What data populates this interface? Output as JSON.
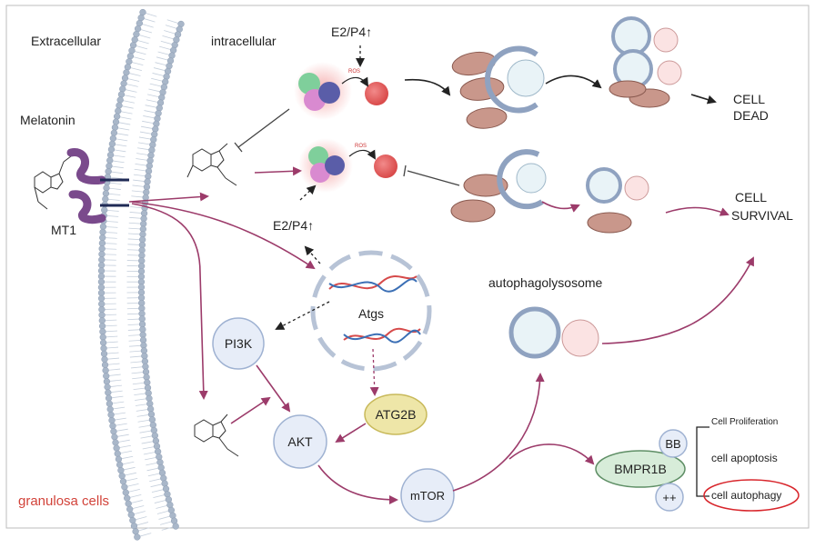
{
  "labels": {
    "extracellular": "Extracellular",
    "intracellular": "intracellular",
    "melatonin": "Melatonin",
    "mt1": "MT1",
    "e2p4_top": "E2/P4↑",
    "e2p4_mid": "E2/P4↑",
    "ros_top": "ROS",
    "ros_mid": "ROS",
    "cell_dead_1": "CELL",
    "cell_dead_2": "DEAD",
    "cell_survival_1": "CELL",
    "cell_survival_2": "SURVIVAL",
    "autophagolysosome": "autophagolysosome",
    "atgs": "Atgs",
    "pi3k": "PI3K",
    "akt": "AKT",
    "atg2b": "ATG2B",
    "mtor": "mTOR",
    "bmpr1b": "BMPR1B",
    "bb": "BB",
    "plusplus": "++",
    "cell_proliferation": "Cell Proliferation",
    "cell_apoptosis": "cell apoptosis",
    "cell_autophagy": "cell autophagy",
    "granulosa_cells": "granulosa cells"
  },
  "colors": {
    "pathway_arrow": "#9c3b6a",
    "membrane_bead": "#a9b7c9",
    "node_fill": "#e7edf8",
    "node_stroke": "#9fb2d2",
    "atg2b_fill": "#eee6a8",
    "atg2b_stroke": "#c8b95a",
    "bmpr1b_fill": "#d7ecd9",
    "bmpr1b_stroke": "#5f8f66",
    "granulosa_text": "#d2433a",
    "highlight_ellipse": "#d8262c",
    "receptor": "#7a4a8c"
  }
}
